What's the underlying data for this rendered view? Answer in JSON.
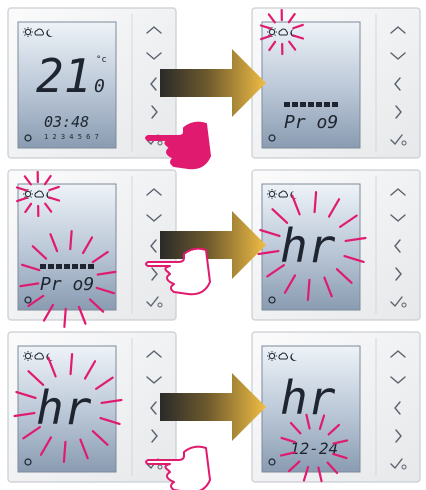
{
  "colors": {
    "device_body": "#f4f5f6",
    "device_edge": "#c9cdd2",
    "screen_light": "#e4ebf3",
    "screen_dark": "#8698ae",
    "glyph": "#1e2530",
    "flash": "#e01a6f",
    "hand_fill": "#e01a6f",
    "arrow_dark": "#2f2f2f",
    "arrow_gold": "#e8b33a"
  },
  "icons": {
    "up": "chevron-up-icon",
    "down": "chevron-down-icon",
    "left": "chevron-left-icon",
    "right": "chevron-right-icon",
    "ok": "checkmark-icon"
  },
  "panels": [
    {
      "step": 1,
      "side": "before",
      "temp": "21",
      "decimal": "0",
      "unit": "°c",
      "time": "03:48",
      "days": "1 2 3 4 5 6 7",
      "program": "",
      "hours": "",
      "date": "",
      "flash": ""
    },
    {
      "step": 1,
      "side": "after",
      "temp": "",
      "decimal": "",
      "unit": "",
      "time": "",
      "days": "",
      "program": "Pr o9",
      "hours": "",
      "date": "",
      "flash": "mode-icons"
    },
    {
      "step": 2,
      "side": "before",
      "temp": "",
      "decimal": "",
      "unit": "",
      "time": "",
      "days": "",
      "program": "Pr o9",
      "hours": "",
      "date": "",
      "flash": "mode-icons-and-program"
    },
    {
      "step": 2,
      "side": "after",
      "temp": "",
      "decimal": "",
      "unit": "",
      "time": "",
      "days": "",
      "program": "",
      "hours": "hr",
      "date": "",
      "flash": "hours"
    },
    {
      "step": 3,
      "side": "before",
      "temp": "",
      "decimal": "",
      "unit": "",
      "time": "",
      "days": "",
      "program": "",
      "hours": "hr",
      "date": "",
      "flash": "hours"
    },
    {
      "step": 3,
      "side": "after",
      "temp": "",
      "decimal": "",
      "unit": "",
      "time": "",
      "days": "",
      "program": "",
      "hours": "hr",
      "date": "12-24",
      "flash": "date"
    }
  ],
  "hands": [
    {
      "step": 1,
      "style": "filled",
      "target": "ok-button"
    },
    {
      "step": 2,
      "style": "outline",
      "target": "right-button"
    },
    {
      "step": 3,
      "style": "outline",
      "target": "ok-button"
    }
  ]
}
